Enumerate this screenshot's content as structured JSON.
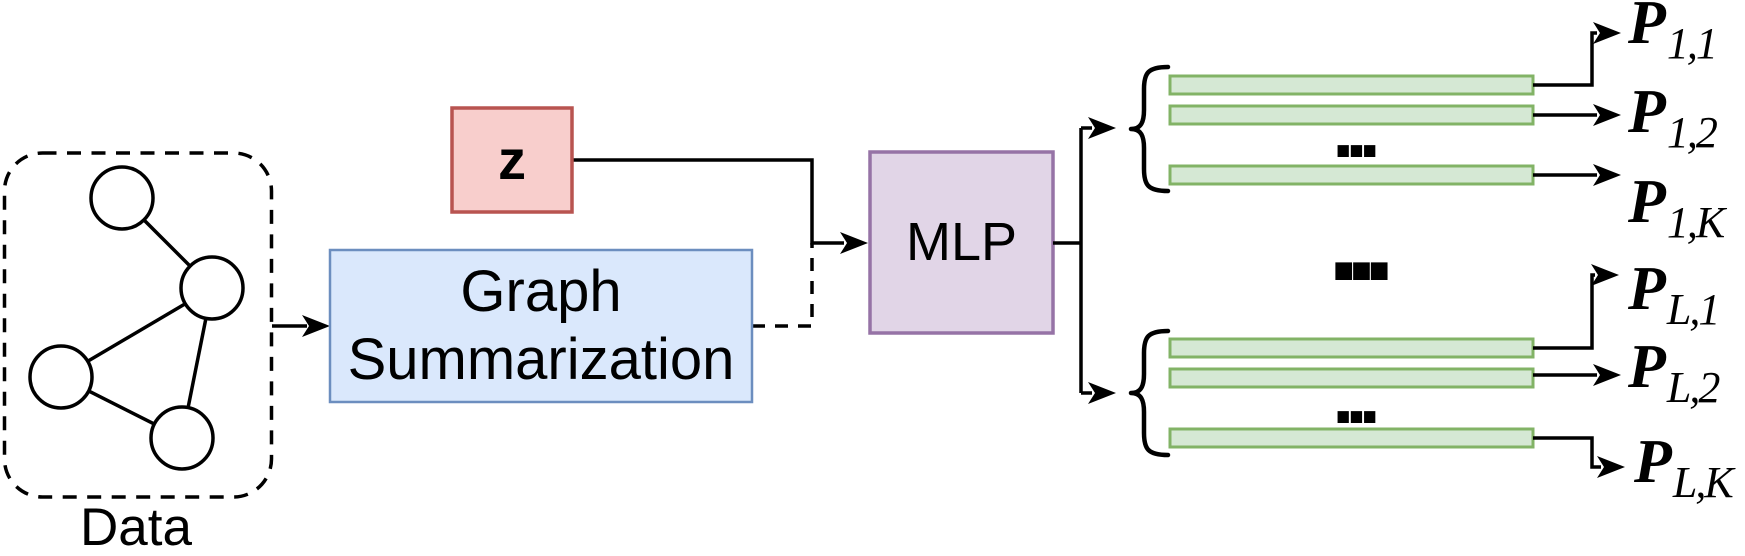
{
  "colors": {
    "background": "#ffffff",
    "line": "#000000",
    "z_fill": "#f8cecc",
    "z_stroke": "#b85450",
    "summarization_fill": "#dae8fc",
    "summarization_stroke": "#6c8ebf",
    "mlp_fill": "#e1d5e7",
    "mlp_stroke": "#9673a6",
    "bar_fill": "#d5e8d4",
    "bar_stroke": "#82b366"
  },
  "data_group": {
    "label": "Data"
  },
  "z_box": {
    "label": "z"
  },
  "summarization_box": {
    "label": "Graph\nSummarization"
  },
  "mlp_box": {
    "label": "MLP"
  },
  "ellipsis": {
    "top_group": "...",
    "between_groups": "...",
    "bottom_group": "..."
  },
  "outputs": {
    "top_group": [
      {
        "base": "P",
        "sub": "1,1"
      },
      {
        "base": "P",
        "sub": "1,2"
      },
      {
        "base": "P",
        "sub": "1,K"
      }
    ],
    "bottom_group": [
      {
        "base": "P",
        "sub": "L,1"
      },
      {
        "base": "P",
        "sub": "L,2"
      },
      {
        "base": "P",
        "sub": "L,K"
      }
    ]
  }
}
